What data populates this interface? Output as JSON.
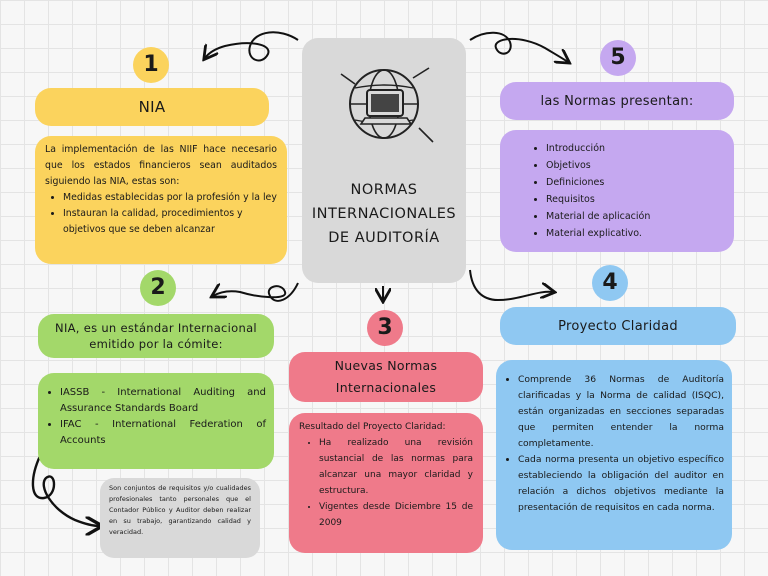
{
  "center": {
    "title_line1": "NORMAS",
    "title_line2": "INTERNACIONALES",
    "title_line3": "DE AUDITORÍA",
    "icon": "globe-computer-icon"
  },
  "section1": {
    "number": "1",
    "heading": "NIA",
    "intro": "La implementación de las NIIF hace necesario que los estados financieros sean auditados siguiendo las NIA, estas son:",
    "items": [
      "Medidas establecidas por la profesión y la ley",
      "Instauran la calidad, procedimientos y objetivos que se deben alcanzar"
    ]
  },
  "section2": {
    "number": "2",
    "heading": "NIA, es un estándar Internacional emitido por la cómite:",
    "items": [
      "IASSB - International Auditing and Assurance Standards Board",
      "IFAC - International Federation of Accounts"
    ],
    "note": "Son conjuntos de requisitos y/o cualidades profesionales tanto personales que el Contador Público y Auditor deben realizar en su trabajo, garantizando calidad y veracidad."
  },
  "section3": {
    "number": "3",
    "heading": "Nuevas Normas Internacionales",
    "intro": "Resultado del Proyecto Claridad:",
    "items": [
      "Ha realizado una revisión sustancial de las normas para alcanzar una mayor claridad y estructura.",
      "Vigentes desde Diciembre 15 de 2009"
    ]
  },
  "section4": {
    "number": "4",
    "heading": "Proyecto Claridad",
    "items": [
      "Comprende 36 Normas de Auditoría clarificadas y la Norma de calidad (ISQC), están organizadas en secciones separadas que permiten entender la norma completamente.",
      "Cada norma presenta un objetivo específico estableciendo la obligación del auditor en relación a dichos objetivos mediante la presentación de requisitos en cada norma."
    ]
  },
  "section5": {
    "number": "5",
    "heading": "las Normas presentan:",
    "items": [
      "Introducción",
      "Objetivos",
      "Definiciones",
      "Requisitos",
      "Material de aplicación",
      "Material explicativo."
    ]
  },
  "colors": {
    "yellow": "#fbd35d",
    "green": "#a3d86a",
    "pink": "#ef7a8a",
    "blue": "#8fc8f2",
    "purple": "#c5a8f0",
    "grey": "#d9d9d9"
  }
}
